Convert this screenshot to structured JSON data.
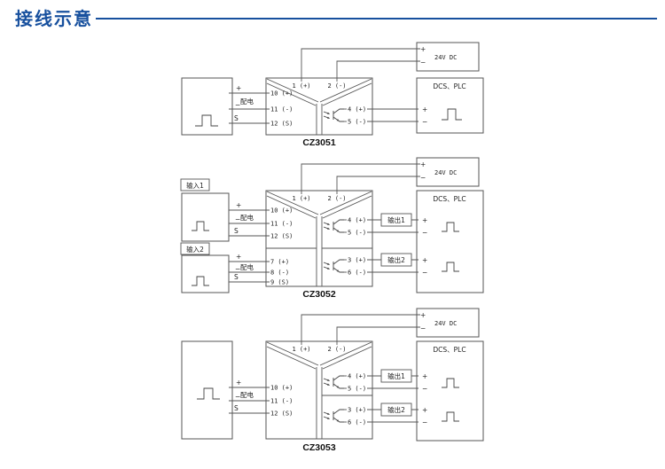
{
  "labels": {
    "title": "接线示意",
    "power": "24V DC",
    "dcs": "DCS、PLC",
    "peidian": "配电",
    "plus": "+",
    "minus": "−",
    "s": "S",
    "input1": "输入1",
    "input2": "输入2",
    "output1": "输出1",
    "output2": "输出2"
  },
  "terminals": {
    "t1": "1 (+)",
    "t2": "2 (-)",
    "t3": "3 (+)",
    "t4": "4 (+)",
    "t5": "5 (-)",
    "t6": "6 (-)",
    "t7": "7 (+)",
    "t8": "8 (-)",
    "t9": "9 (S)",
    "t10": "10 (+)",
    "t11": "11 (-)",
    "t12": "12 (S)"
  },
  "models": {
    "cz3051": "CZ3051",
    "cz3052": "CZ3052",
    "cz3053": "CZ3053"
  },
  "colors": {
    "accent": "#17509e",
    "line": "#555555"
  }
}
